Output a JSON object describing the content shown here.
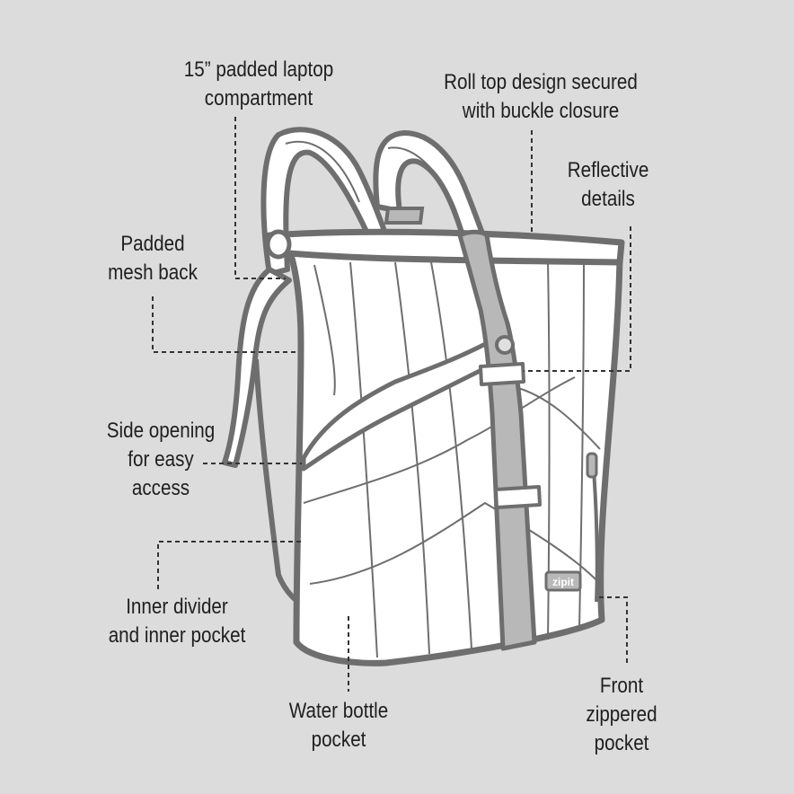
{
  "colors": {
    "background": "#dcdcdc",
    "outline": "#6e6e6e",
    "body_fill": "#ffffff",
    "strap_fill": "#b8b8b8",
    "text": "#1f1f1f",
    "leader": "#333333"
  },
  "brand_tag": "zipit",
  "callouts": {
    "laptop": {
      "line1": "15” padded laptop",
      "line2": "compartment"
    },
    "rolltop": {
      "line1": "Roll top design secured",
      "line2": "with buckle closure"
    },
    "reflective": {
      "line1": "Reflective",
      "line2": "details"
    },
    "mesh": {
      "line1": "Padded",
      "line2": "mesh back"
    },
    "side": {
      "line1": "Side opening",
      "line2": "for easy",
      "line3": "access"
    },
    "divider": {
      "line1": "Inner divider",
      "line2": "and inner pocket"
    },
    "bottle": {
      "line1": "Water bottle",
      "line2": "pocket"
    },
    "front": {
      "line1": "Front",
      "line2": "zippered",
      "line3": "pocket"
    }
  }
}
